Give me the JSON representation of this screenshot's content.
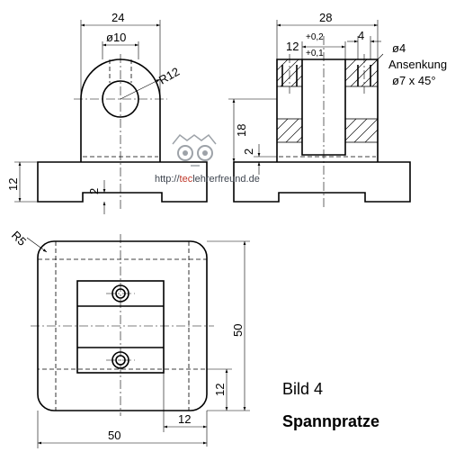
{
  "caption": {
    "figure": "Bild 4",
    "title": "Spannpratze"
  },
  "front_view": {
    "dim_width": "24",
    "dim_bore": "ø10",
    "dim_radius": "R12",
    "dim_base_height": "12",
    "dim_recess": "2"
  },
  "side_view": {
    "dim_width": "28",
    "dim_slot": "12",
    "tol_upper": "+0,2",
    "tol_lower": "+0,1",
    "dim_edge": "4",
    "dim_height": "18",
    "dim_recess": "2",
    "hole_dia": "ø4",
    "hole_note": "Ansenkung",
    "hole_spec": "ø7 x 45°"
  },
  "top_view": {
    "dim_radius": "R5",
    "dim_height": "50",
    "dim_width": "50",
    "dim_small_h": "12",
    "dim_small_w": "12"
  },
  "watermark": {
    "prefix": "http://",
    "highlight": "tec",
    "rest": "lehrerfreund.de"
  }
}
